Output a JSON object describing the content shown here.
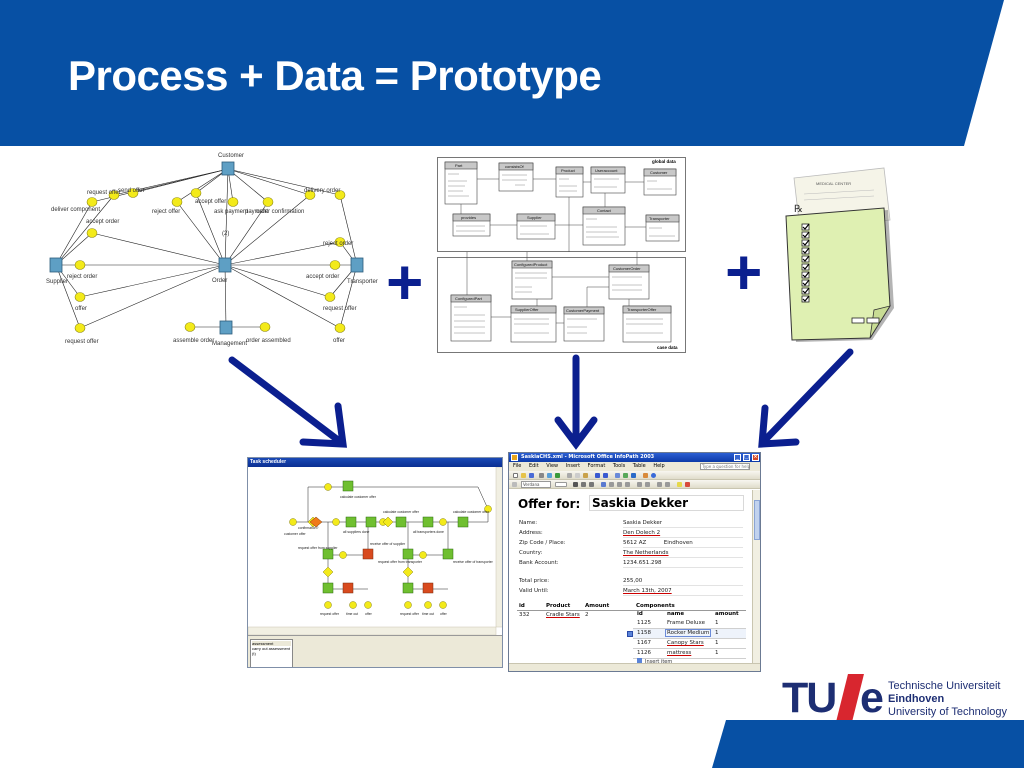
{
  "slide": {
    "title": "Process + Data = Prototype",
    "plus_symbol": "+"
  },
  "colors": {
    "header_blue": "#0750a4",
    "arrow_navy": "#0b1f8f",
    "process_node_yellow": "#f3ea1a",
    "process_node_blue": "#5e9fc4",
    "form_green": "#dff0b2",
    "logo_red": "#d8262f",
    "logo_navy": "#1d2e73"
  },
  "process_diagram": {
    "roles": {
      "customer": "Customer",
      "supplier": "Supplier",
      "transporter": "Transporter",
      "order": "Order",
      "management": "Management"
    },
    "tasks": {
      "request_offer_top": "request offer",
      "send_offer": "send offer",
      "delivery_order": "delivery order",
      "deliver_component": "deliver component",
      "reject_offer": "reject offer",
      "accept_offer": "accept offer",
      "ask_payment": "ask payment",
      "payment": "payment",
      "order_confirmation": "order confirmation",
      "accept_order": "accept order",
      "reject_order_left": "reject order",
      "reject_order_right": "reject order",
      "accept_order_right": "accept order",
      "request_offer_right": "request offer",
      "offer_left": "offer",
      "offer_right": "offer",
      "request_offer_bottom": "request offer",
      "assemble_order": "assemble order",
      "order_assembled": "order assembled",
      "multiplicity": "(2)"
    }
  },
  "data_model": {
    "labels": {
      "global": "global data",
      "case": "case data"
    },
    "entities": {
      "part": "Part",
      "consists_of": "consistsOf",
      "product": "Product",
      "useraccount": "Useraccount",
      "customer": "Customer",
      "provides": "provides",
      "supplier": "Supplier",
      "contact": "Contact",
      "transporter": "Transporter",
      "configured_product": "ConfiguredProduct",
      "customer_order": "CustomerOrder",
      "configured_part": "ConfiguredPart",
      "supplier_offer": "SupplierOffer",
      "customer_payment": "CustomerPayment",
      "transporter_offer": "TransporterOffer"
    }
  },
  "form_icon": {
    "header": "MEDICAL CENTER",
    "rx": "℞"
  },
  "scheduler": {
    "window_title": "Task scheduler",
    "tasks": {
      "calc_customer_offer_top": "calculate customer offer",
      "calc_customer_offer_left": "calculate customer offer",
      "all_suppliers_done": "all suppliers done",
      "all_transporters_done": "all transporters done",
      "calc_customer_offer_right": "calculate customer offer",
      "request_offer_supplier": "request offer from supplier",
      "receive_offer_supplier": "receive offer of supplier",
      "request_offer_transporter": "request offer from transporter",
      "receive_offer_transporter": "receive offer of transporter",
      "request_offer_1": "request offer",
      "time_out_1": "time out",
      "offer_1": "offer",
      "request_offer_2": "request offer",
      "time_out_2": "time out",
      "offer_2": "offer",
      "confirmation": "confirmation?",
      "customer_offer": "customer offer"
    },
    "assessment": {
      "header": "assessment",
      "value": "carry out assessment (t)"
    }
  },
  "infopath": {
    "window_title": "SaskiaCHS.xml - Microsoft Office InfoPath 2003",
    "menu": [
      "File",
      "Edit",
      "View",
      "Insert",
      "Format",
      "Tools",
      "Table",
      "Help"
    ],
    "help_placeholder": "Type a question for help",
    "font_name": "Verdana",
    "offer_for_label": "Offer for:",
    "customer_name": "Saskia Dekker",
    "fields": [
      {
        "label": "Name:",
        "value": "Saskia Dekker"
      },
      {
        "label": "Address:",
        "value": "Den Dolech 2"
      },
      {
        "label": "Zip Code / Place:",
        "value": "5612 AZ          Eindhoven"
      },
      {
        "label": "Country:",
        "value": "The Netherlands"
      },
      {
        "label": "Bank Account:",
        "value": "1234.651.298"
      }
    ],
    "totals": [
      {
        "label": "Total price:",
        "value": "255,00"
      },
      {
        "label": "Valid Until:",
        "value": "March 13th, 2007"
      }
    ],
    "order_table": {
      "headers": [
        "id",
        "Product",
        "Amount"
      ],
      "row": [
        "332",
        "Cradle Stars",
        "2"
      ]
    },
    "components": {
      "title": "Components",
      "headers": [
        "id",
        "name",
        "amount"
      ],
      "rows": [
        [
          "1125",
          "Frame Deluxe",
          "1"
        ],
        [
          "1158",
          "Rocker Medium",
          "1"
        ],
        [
          "1167",
          "Canopy Stars",
          "1"
        ],
        [
          "1126",
          "mattress",
          "1"
        ]
      ],
      "insert_label": "Insert item"
    }
  },
  "logo": {
    "tu": "TU",
    "e": "e",
    "line1": "Technische Universiteit",
    "line2": "Eindhoven",
    "line3": "University of Technology"
  }
}
